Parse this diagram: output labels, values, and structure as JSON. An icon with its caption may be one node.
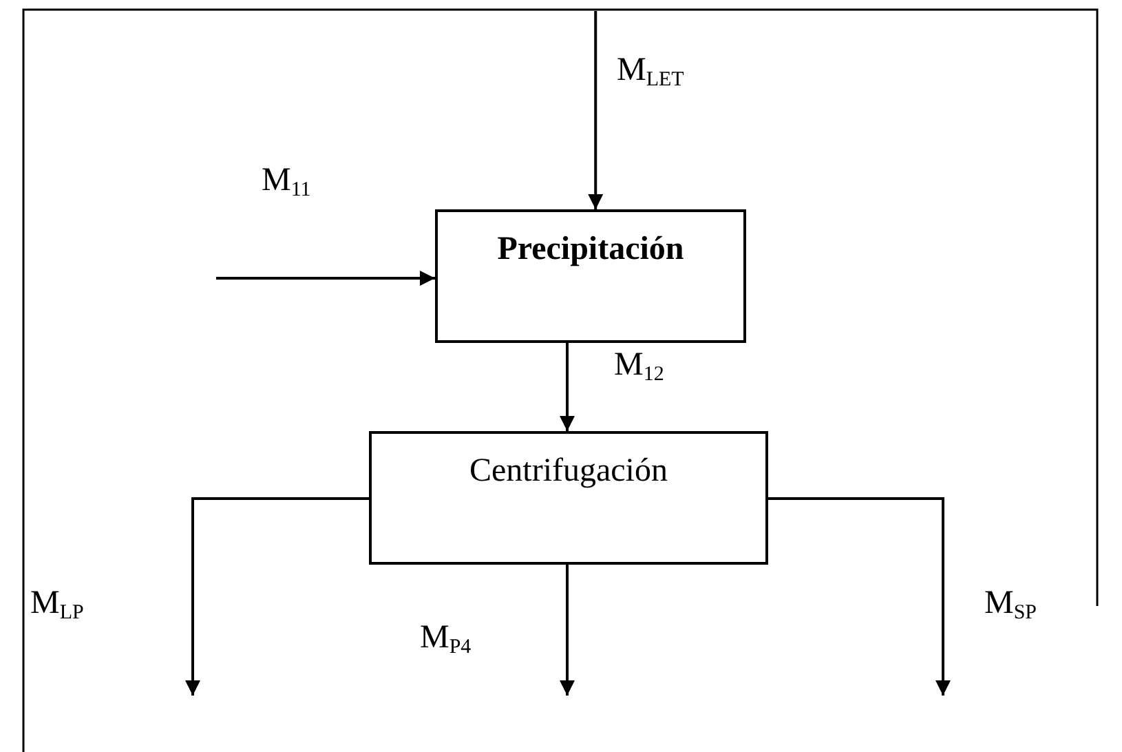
{
  "diagram": {
    "nodes": [
      {
        "text": [
          "Precipitación"
        ]
      },
      {
        "text": [
          "Centrifugación"
        ]
      }
    ],
    "edges": [
      {
        "from": null,
        "to": 0,
        "arrow": "to",
        "label": "M$_{LET}$"
      },
      {
        "from": null,
        "to": 0,
        "arrow": "to",
        "label": "M$_{11}$"
      },
      {
        "from": 0,
        "to": 1,
        "arrow": "to",
        "label": "M$_{12}$"
      },
      {
        "from": 1,
        "to": null,
        "arrow": "to",
        "label": "M$_{LP}$"
      },
      {
        "from": 1,
        "to": null,
        "arrow": "to",
        "label": "M$_{P4}$"
      },
      {
        "from": 1,
        "to": null,
        "arrow": "to",
        "label": "M$_{SP}$"
      }
    ]
  }
}
